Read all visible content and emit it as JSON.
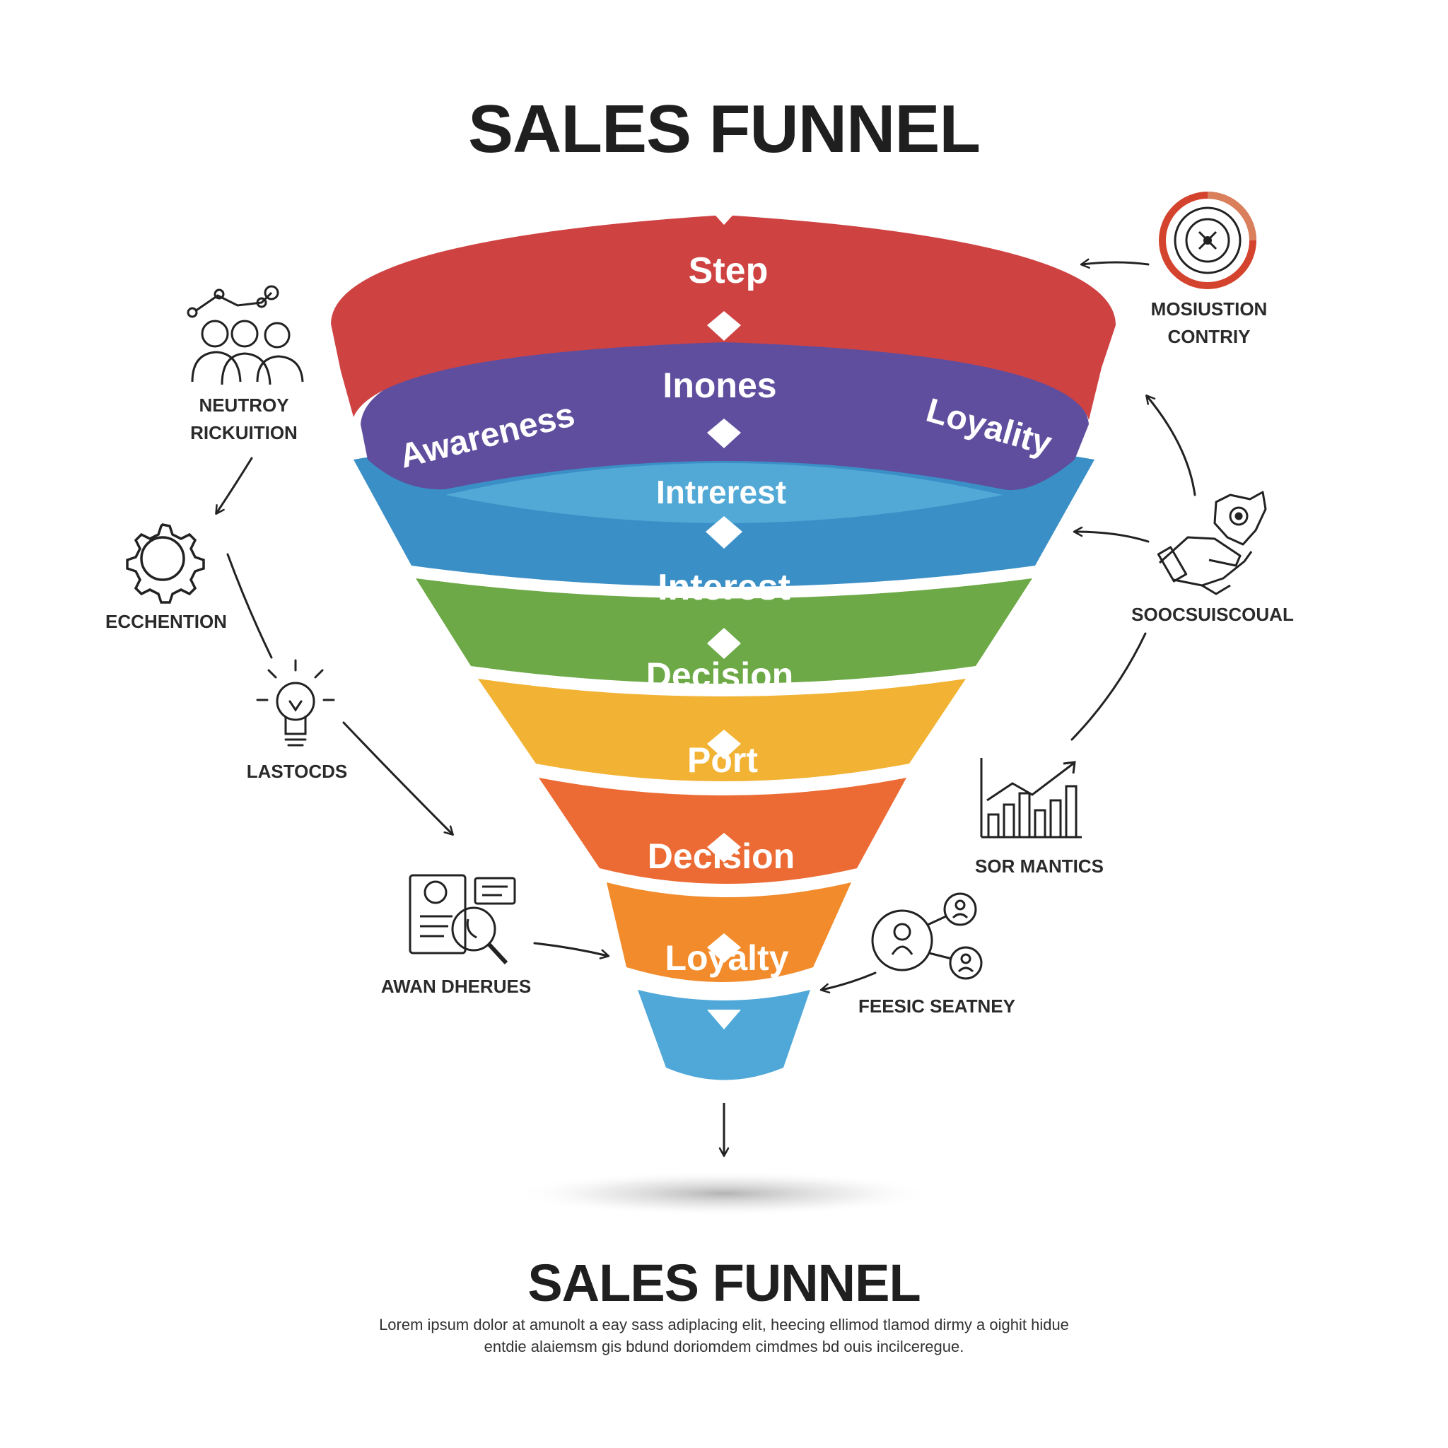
{
  "title_top": "SALES FUNNEL",
  "title_bottom": "SALES FUNNEL",
  "description": "Lorem ipsum dolor at amunolt a eay sass adiplacing elit, heecing ellimod tlamod dirmy a oighit hidue entdie alaiemsm gis bdund doriomdem cimdmes bd ouis incilceregue.",
  "colors": {
    "red": "#cf4242",
    "purple": "#5f4e9e",
    "light_blue": "#52a9d6",
    "blue": "#3a8fc6",
    "green": "#6da947",
    "yellow": "#f2b233",
    "orange": "#ec6b35",
    "orange_light": "#f28b2c",
    "bottom_blue": "#4fa8d8"
  },
  "funnel": {
    "layers": [
      {
        "label": "Step",
        "color": "red"
      },
      {
        "label": "Inones",
        "color": "purple",
        "left_label": "Awareness",
        "right_label": "Loyality"
      },
      {
        "label": "Intrerest",
        "color": "light_blue"
      },
      {
        "label": "Interest",
        "color": "blue"
      },
      {
        "label": "Decision",
        "color": "green"
      },
      {
        "label": "Port",
        "color": "yellow"
      },
      {
        "label": "Decision",
        "color": "orange"
      },
      {
        "label": "Loyalty",
        "color": "orange_light"
      },
      {
        "label": "",
        "color": "bottom_blue"
      }
    ]
  },
  "side_items": {
    "neutroy": {
      "label": "NEUTROY\nRICKUITION",
      "icon": "people-network-icon"
    },
    "ecchention": {
      "label": "ECCHENTION",
      "icon": "gear-icon"
    },
    "lastocds": {
      "label": "LASTOCDS",
      "icon": "lightbulb-icon"
    },
    "awan": {
      "label": "AWAN DHERUES",
      "icon": "profile-search-icon"
    },
    "mosiustion": {
      "label": "MOSIUSTION\nCONTRIY",
      "icon": "target-icon"
    },
    "soocsuiscoual": {
      "label": "SOOCSUISCOUAL",
      "icon": "handshake-icon"
    },
    "sor": {
      "label": "SOR MANTICS",
      "icon": "bar-chart-icon"
    },
    "feesic": {
      "label": "FEESIC SEATNEY",
      "icon": "user-network-icon"
    }
  }
}
